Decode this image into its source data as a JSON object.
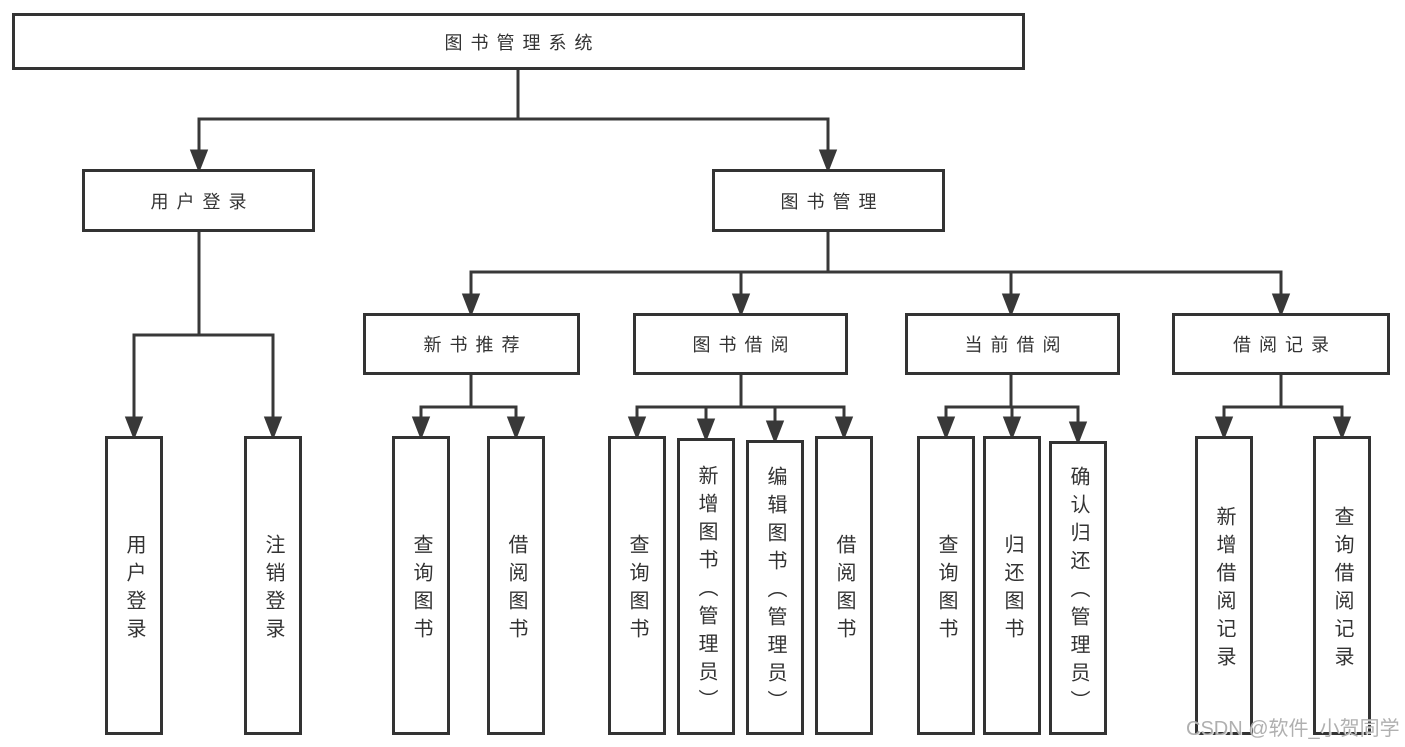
{
  "watermark": {
    "text": "CSDN @软件_小贺同学"
  },
  "colors": {
    "line": "#383838",
    "box_border": "#333333",
    "text": "#333333",
    "background": "#ffffff",
    "watermark": "#acacac"
  },
  "tree": {
    "label": "图书管理系统",
    "children": [
      {
        "label": "用户登录",
        "children": [
          {
            "label": "用户登录"
          },
          {
            "label": "注销登录"
          }
        ]
      },
      {
        "label": "图书管理",
        "children": [
          {
            "label": "新书推荐",
            "children": [
              {
                "label": "查询图书"
              },
              {
                "label": "借阅图书"
              }
            ]
          },
          {
            "label": "图书借阅",
            "children": [
              {
                "label": "查询图书"
              },
              {
                "label": "新增图书（管理员）"
              },
              {
                "label": "编辑图书（管理员）"
              },
              {
                "label": "借阅图书"
              }
            ]
          },
          {
            "label": "当前借阅",
            "children": [
              {
                "label": "查询图书"
              },
              {
                "label": "归还图书"
              },
              {
                "label": "确认归还（管理员）"
              }
            ]
          },
          {
            "label": "借阅记录",
            "children": [
              {
                "label": "新增借阅记录"
              },
              {
                "label": "查询借阅记录"
              }
            ]
          }
        ]
      }
    ]
  }
}
